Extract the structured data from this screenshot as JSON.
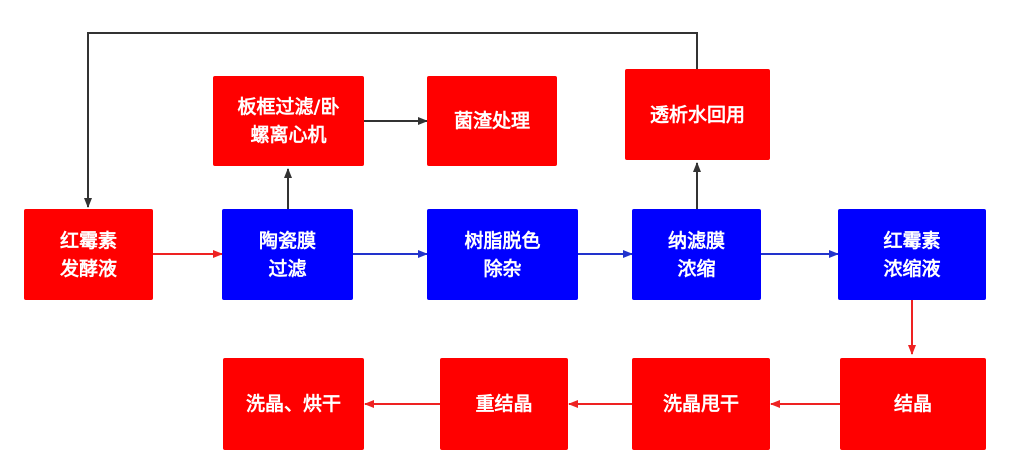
{
  "colors": {
    "red_box": "#ff0000",
    "blue_box": "#0000ff",
    "red_arrow": "#ee2222",
    "blue_arrow": "#2233cc",
    "black_arrow": "#333333"
  },
  "nodes": {
    "fermentation": "红霉素\n发酵液",
    "ceramic": "陶瓷膜\n过滤",
    "resin": "树脂脱色\n除杂",
    "nanofiltration": "纳滤膜\n浓缩",
    "concentrate": "红霉素\n浓缩液",
    "plate_frame": "板框过滤/卧\n螺离心机",
    "residue": "菌渣处理",
    "dialysis_water": "透析水回用",
    "crystallization": "结晶",
    "wash_spin": "洗晶甩干",
    "recrystallization": "重结晶",
    "wash_dry": "洗晶、烘干"
  }
}
